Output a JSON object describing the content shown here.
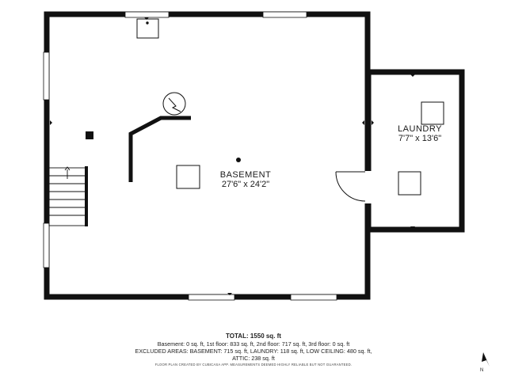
{
  "rooms": [
    {
      "id": "basement",
      "name": "BASEMENT",
      "dimensions": "27'6\" x 24'2\""
    },
    {
      "id": "laundry",
      "name": "LAUNDRY",
      "dimensions": "7'7\" x 13'6\""
    }
  ],
  "footer": {
    "total": "TOTAL: 1550 sq. ft",
    "line1": "Basement: 0 sq. ft, 1st floor: 833 sq. ft, 2nd floor: 717 sq. ft, 3rd floor: 0 sq. ft",
    "line2": "EXCLUDED AREAS: BASEMENT: 715 sq. ft, LAUNDRY: 118 sq. ft, LOW CEILING: 480 sq. ft,",
    "line3": "ATTIC: 238 sq. ft",
    "disclaimer": "FLOOR PLAN CREATED BY CUBICASA APP. MEASUREMENTS DEEMED HIGHLY RELIABLE BUT NOT GUARANTEED."
  },
  "compass": {
    "label": "N",
    "icon": "north-arrow-icon"
  },
  "colors": {
    "wall": "#111111",
    "window": "#ffffff",
    "background": "#ffffff"
  }
}
